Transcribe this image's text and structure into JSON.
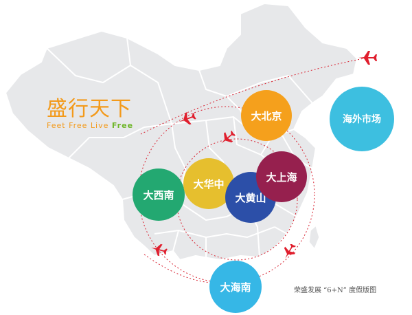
{
  "brand": {
    "title": "盛行天下",
    "subtitle": "Feet Free Live",
    "subtitle_tail": "Free"
  },
  "regions": [
    {
      "id": "beijing",
      "label": "大北京",
      "color": "#f5a01c"
    },
    {
      "id": "overseas",
      "label": "海外市场",
      "color": "#3dbfe0"
    },
    {
      "id": "huazhong",
      "label": "大华中",
      "color": "#e6bf2e"
    },
    {
      "id": "xinan",
      "label": "大西南",
      "color": "#23a871"
    },
    {
      "id": "huangshan",
      "label": "大黄山",
      "color": "#2c4fa8"
    },
    {
      "id": "shanghai",
      "label": "大上海",
      "color": "#96204e"
    },
    {
      "id": "hainan",
      "label": "大海南",
      "color": "#36b7e6"
    }
  ],
  "caption": "荣盛发展 “6+N” 度假版图",
  "colors": {
    "map_fill": "#e7e8ea",
    "map_border": "#ffffff",
    "route": "#d8202f",
    "plane": "#e01e2d"
  },
  "icons": [
    "airplane-icon"
  ]
}
